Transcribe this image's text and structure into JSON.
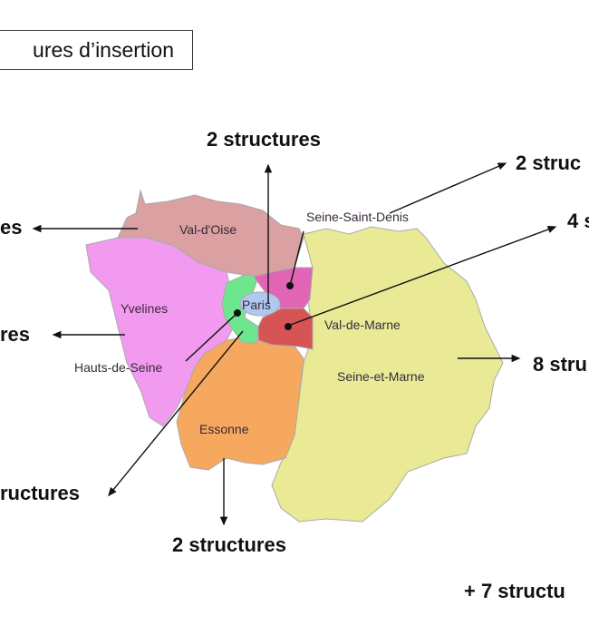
{
  "title": "ures d’insertion",
  "departments": {
    "val_doise": "Val-d'Oise",
    "yvelines": "Yvelines",
    "hauts_de_seine": "Hauts-de-Seine",
    "paris": "Paris",
    "seine_saint_denis": "Seine-Saint-Denis",
    "val_de_marne": "Val-de-Marne",
    "seine_et_marne": "Seine-et-Marne",
    "essonne": "Essonne"
  },
  "counts": {
    "paris": "2 structures",
    "seine_saint_denis": "2 struc",
    "val_de_marne": "4 s",
    "val_doise": "es",
    "yvelines": "res",
    "hauts_de_seine": "ructures",
    "essonne": "2 structures",
    "seine_et_marne": "8 stru",
    "other": "+ 7 structu"
  },
  "colors": {
    "val_doise": "#daa0a2",
    "yvelines": "#f29af0",
    "seine_et_marne": "#e9e996",
    "essonne": "#f6a85e",
    "hauts_de_seine": "#6ee68e",
    "paris": "#b0c8f0",
    "seine_saint_denis": "#e264b4",
    "val_de_marne": "#d65454"
  }
}
